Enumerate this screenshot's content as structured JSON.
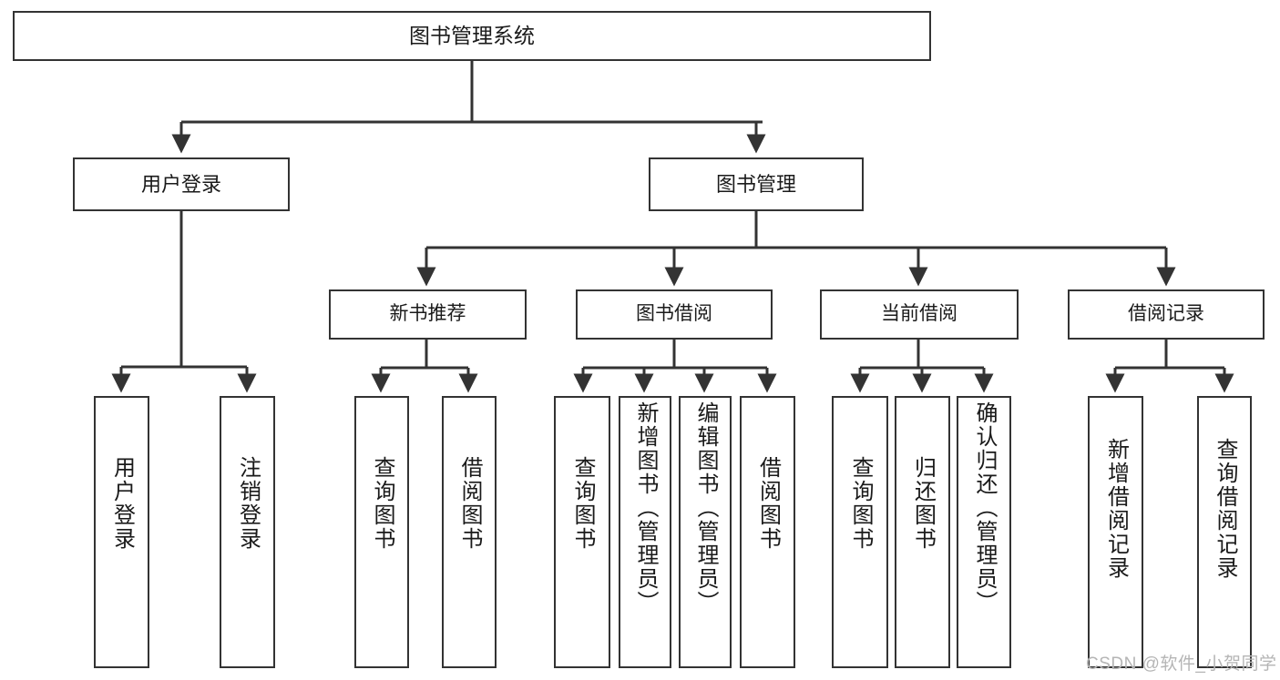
{
  "diagram": {
    "title": "图书管理系统",
    "root": {
      "label": "图书管理系统"
    },
    "level2": [
      {
        "label": "用户登录"
      },
      {
        "label": "图书管理"
      }
    ],
    "level3": [
      {
        "label": "新书推荐"
      },
      {
        "label": "图书借阅"
      },
      {
        "label": "当前借阅"
      },
      {
        "label": "借阅记录"
      }
    ],
    "leaves": [
      {
        "label": "用户登录"
      },
      {
        "label": "注销登录"
      },
      {
        "label": "查询图书"
      },
      {
        "label": "借阅图书"
      },
      {
        "label": "查询图书"
      },
      {
        "label": "新增图书（管理员）"
      },
      {
        "label": "编辑图书（管理员）"
      },
      {
        "label": "借阅图书"
      },
      {
        "label": "查询图书"
      },
      {
        "label": "归还图书"
      },
      {
        "label": "确认归还（管理员）"
      },
      {
        "label": "新增借阅记录"
      },
      {
        "label": "查询借阅记录"
      }
    ]
  },
  "watermark": {
    "text": "CSDN @软件_小贺同学"
  },
  "colors": {
    "border": "#333333",
    "text": "#1a1a1a",
    "background": "#ffffff",
    "watermark": "#b5b5b5"
  },
  "chart_data": {
    "type": "diagram",
    "layout": "tree",
    "title": "图书管理系统",
    "nodes": [
      {
        "id": "root",
        "label": "图书管理系统",
        "level": 0,
        "parent": null
      },
      {
        "id": "n1",
        "label": "用户登录",
        "level": 1,
        "parent": "root"
      },
      {
        "id": "n2",
        "label": "图书管理",
        "level": 1,
        "parent": "root"
      },
      {
        "id": "n3",
        "label": "新书推荐",
        "level": 2,
        "parent": "n2"
      },
      {
        "id": "n4",
        "label": "图书借阅",
        "level": 2,
        "parent": "n2"
      },
      {
        "id": "n5",
        "label": "当前借阅",
        "level": 2,
        "parent": "n2"
      },
      {
        "id": "n6",
        "label": "借阅记录",
        "level": 2,
        "parent": "n2"
      },
      {
        "id": "l1",
        "label": "用户登录",
        "level": 2,
        "parent": "n1"
      },
      {
        "id": "l2",
        "label": "注销登录",
        "level": 2,
        "parent": "n1"
      },
      {
        "id": "l3",
        "label": "查询图书",
        "level": 3,
        "parent": "n3"
      },
      {
        "id": "l4",
        "label": "借阅图书",
        "level": 3,
        "parent": "n3"
      },
      {
        "id": "l5",
        "label": "查询图书",
        "level": 3,
        "parent": "n4"
      },
      {
        "id": "l6",
        "label": "新增图书（管理员）",
        "level": 3,
        "parent": "n4"
      },
      {
        "id": "l7",
        "label": "编辑图书（管理员）",
        "level": 3,
        "parent": "n4"
      },
      {
        "id": "l8",
        "label": "借阅图书",
        "level": 3,
        "parent": "n4"
      },
      {
        "id": "l9",
        "label": "查询图书",
        "level": 3,
        "parent": "n5"
      },
      {
        "id": "l10",
        "label": "归还图书",
        "level": 3,
        "parent": "n5"
      },
      {
        "id": "l11",
        "label": "确认归还（管理员）",
        "level": 3,
        "parent": "n5"
      },
      {
        "id": "l12",
        "label": "新增借阅记录",
        "level": 3,
        "parent": "n6"
      },
      {
        "id": "l13",
        "label": "查询借阅记录",
        "level": 3,
        "parent": "n6"
      }
    ]
  }
}
